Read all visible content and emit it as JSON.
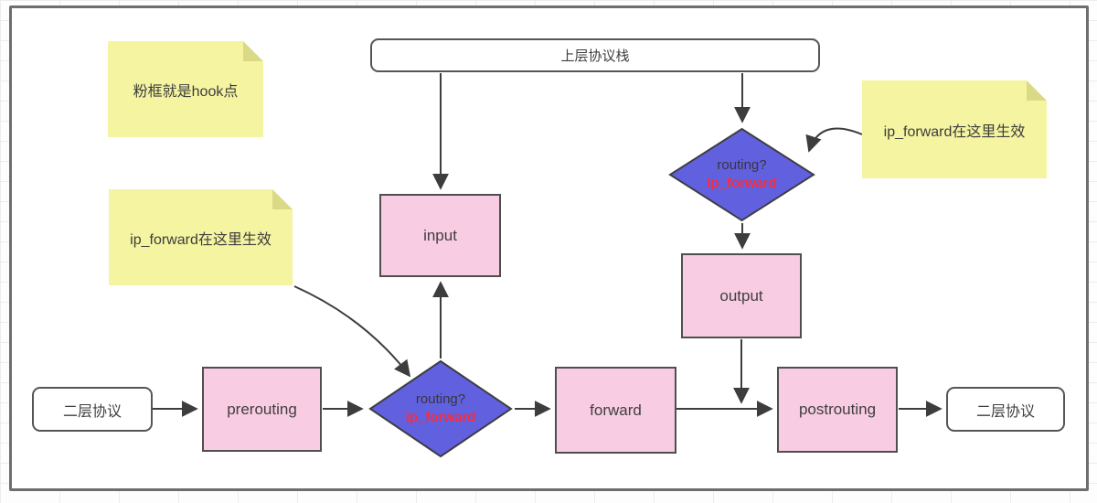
{
  "diagram": {
    "title_bar": {
      "label": "上层协议栈"
    },
    "endpoints": {
      "left_label": "二层协议",
      "right_label": "二层协议"
    },
    "hooks": {
      "input": "input",
      "output": "output",
      "prerouting": "prerouting",
      "forward": "forward",
      "postrouting": "postrouting"
    },
    "decisions": {
      "upper": {
        "question": "routing?",
        "annotation": "ip_forward"
      },
      "lower": {
        "question": "routing?",
        "annotation": "ip_forward"
      }
    },
    "notes": [
      {
        "text": "粉框就是hook点"
      },
      {
        "text": "ip_forward在这里生效"
      },
      {
        "text": "ip_forward在这里生效"
      }
    ],
    "colors": {
      "hook_box_fill": "#f8cce2",
      "decision_fill": "#6161e0",
      "note_fill": "#f4f4a1",
      "note_fold": "#d9d987",
      "annotation_red": "#fb2b3a",
      "connector": "#3d3d3d",
      "frame_border": "#6e6e6e"
    }
  }
}
